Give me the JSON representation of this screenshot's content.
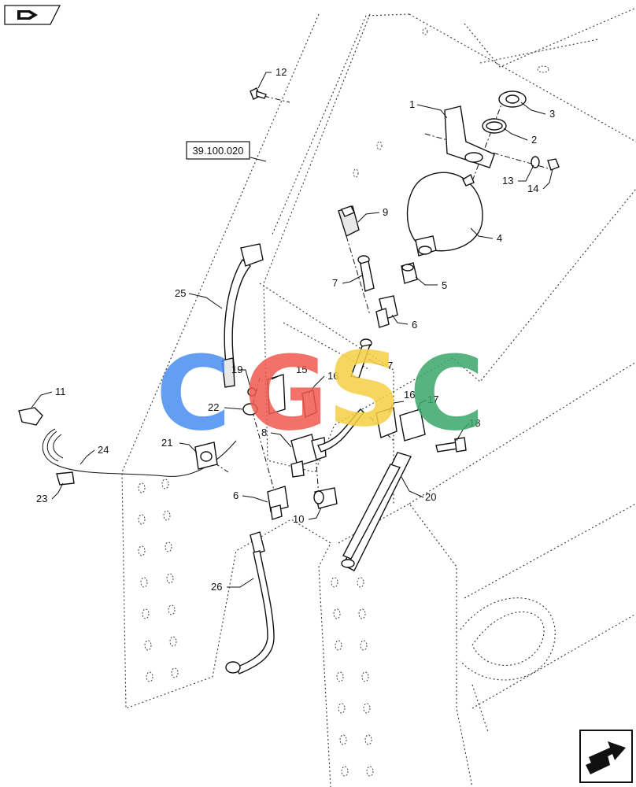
{
  "reference": {
    "label": "39.100.020"
  },
  "callouts": {
    "c1": "1",
    "c2": "2",
    "c3": "3",
    "c4": "4",
    "c5": "5",
    "c6a": "6",
    "c6b": "6",
    "c7a": "7",
    "c7b": "7",
    "c8": "8",
    "c9": "9",
    "c10": "10",
    "c11": "11",
    "c12": "12",
    "c13": "13",
    "c14": "14",
    "c15": "15",
    "c16a": "16",
    "c16b": "16",
    "c17": "17",
    "c18": "18",
    "c19": "19",
    "c20": "20",
    "c21": "21",
    "c22": "22",
    "c23": "23",
    "c24": "24",
    "c25": "25",
    "c26": "26"
  },
  "watermark": {
    "letters": [
      "C",
      "G",
      "S",
      "C"
    ],
    "colors": [
      "#4a8ef0",
      "#f05a4f",
      "#f6cf45",
      "#3aa66a"
    ]
  },
  "icons": {
    "top_left": "parts-kit-icon",
    "bottom_right": "next-page-arrow-icon"
  }
}
